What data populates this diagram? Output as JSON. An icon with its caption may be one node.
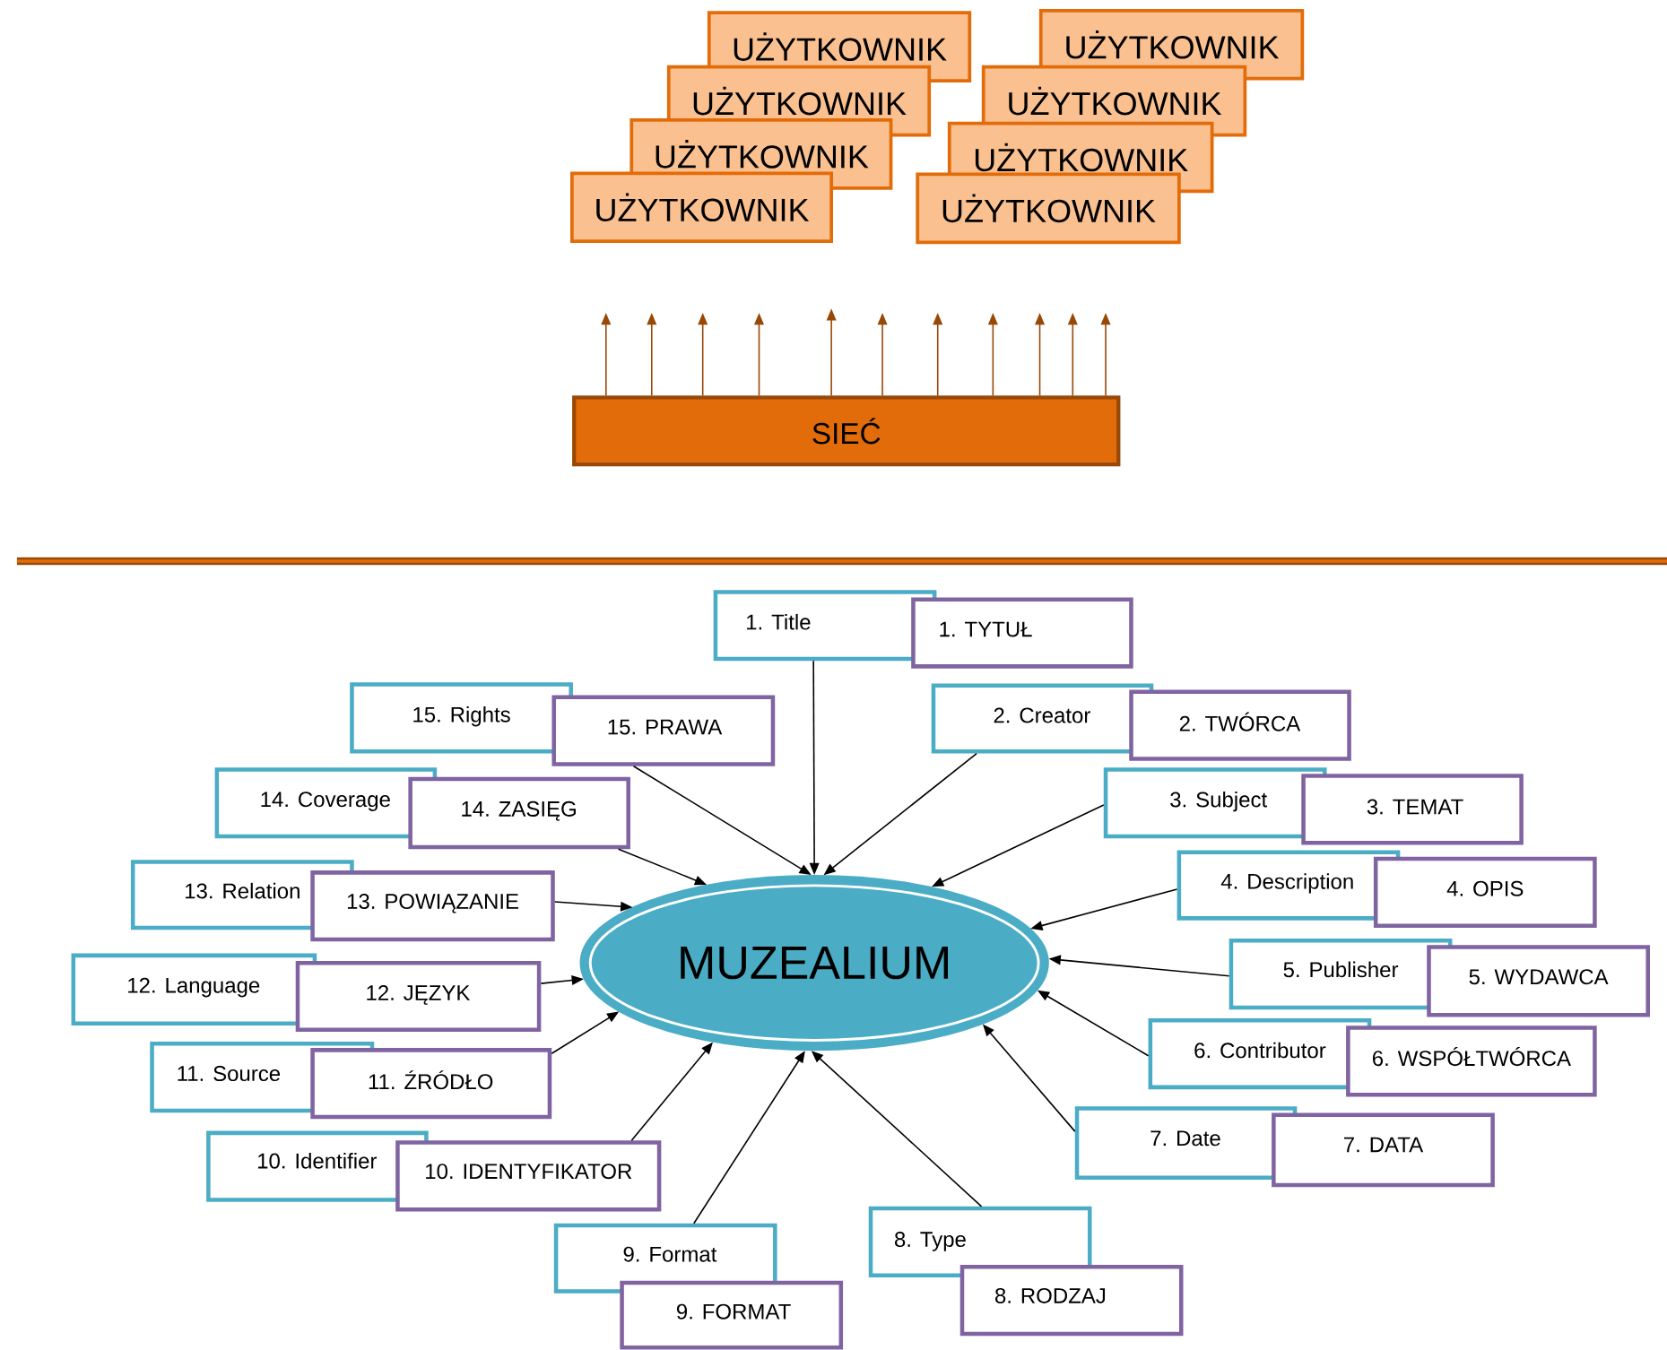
{
  "diagram": {
    "nodes": [
      {
        "text": [
          "UŻYTKOWNIK"
        ]
      },
      {
        "text": [
          "UŻYTKOWNIK"
        ]
      },
      {
        "text": [
          "UŻYTKOWNIK"
        ]
      },
      {
        "text": [
          "UŻYTKOWNIK"
        ]
      },
      {
        "text": [
          "UŻYTKOWNIK"
        ]
      },
      {
        "text": [
          "UŻYTKOWNIK"
        ]
      },
      {
        "text": [
          "UŻYTKOWNIK"
        ]
      },
      {
        "text": [
          "UŻYTKOWNIK"
        ]
      },
      {
        "text": [
          "SIEĆ"
        ]
      },
      {
        "text": [
          "MUZEALIUM"
        ]
      },
      {
        "text": [
          "1. Title"
        ]
      },
      {
        "text": [
          "1. TYTUŁ"
        ]
      },
      {
        "text": [
          "2. Creator"
        ]
      },
      {
        "text": [
          "2. TWÓRCA"
        ]
      },
      {
        "text": [
          "3. Subject"
        ]
      },
      {
        "text": [
          "3. TEMAT"
        ]
      },
      {
        "text": [
          "4. Description"
        ]
      },
      {
        "text": [
          "4. OPIS"
        ]
      },
      {
        "text": [
          "5. Publisher"
        ]
      },
      {
        "text": [
          "5. WYDAWCA"
        ]
      },
      {
        "text": [
          "6. Contributor"
        ]
      },
      {
        "text": [
          "6. WSPÓŁTWÓRCA"
        ]
      },
      {
        "text": [
          "7. Date"
        ]
      },
      {
        "text": [
          "7. DATA"
        ]
      },
      {
        "text": [
          "8. Type"
        ]
      },
      {
        "text": [
          "8. RODZAJ"
        ]
      },
      {
        "text": [
          "9. Format"
        ]
      },
      {
        "text": [
          "9. FORMAT"
        ]
      },
      {
        "text": [
          "10. Identifier"
        ]
      },
      {
        "text": [
          "10. IDENTYFIKATOR"
        ]
      },
      {
        "text": [
          "11. Source"
        ]
      },
      {
        "text": [
          "11. ŹRÓDŁO"
        ]
      },
      {
        "text": [
          "12. Language"
        ]
      },
      {
        "text": [
          "12. JĘZYK"
        ]
      },
      {
        "text": [
          "13. Relation"
        ]
      },
      {
        "text": [
          "13. POWIĄZANIE"
        ]
      },
      {
        "text": [
          "14. Coverage"
        ]
      },
      {
        "text": [
          "14. ZASIĘG"
        ]
      },
      {
        "text": [
          "15. Rights"
        ]
      },
      {
        "text": [
          "15. PRAWA"
        ]
      }
    ],
    "edges": [
      {
        "from": 8,
        "to": null,
        "arrow": "to",
        "color": "#984807"
      },
      {
        "from": 8,
        "to": null,
        "arrow": "to",
        "color": "#984807"
      },
      {
        "from": 8,
        "to": null,
        "arrow": "to",
        "color": "#984807"
      },
      {
        "from": 8,
        "to": null,
        "arrow": "to",
        "color": "#984807"
      },
      {
        "from": 8,
        "to": null,
        "arrow": "to",
        "color": "#984807"
      },
      {
        "from": 8,
        "to": null,
        "arrow": "to",
        "color": "#984807"
      },
      {
        "from": 8,
        "to": null,
        "arrow": "to",
        "color": "#984807"
      },
      {
        "from": 8,
        "to": null,
        "arrow": "to",
        "color": "#984807"
      },
      {
        "from": 8,
        "to": null,
        "arrow": "to",
        "color": "#984807"
      },
      {
        "from": 8,
        "to": null,
        "arrow": "to",
        "color": "#984807"
      },
      {
        "from": 8,
        "to": null,
        "arrow": "to",
        "color": "#984807"
      },
      {
        "from": 10,
        "to": 9,
        "arrow": "to"
      },
      {
        "from": 12,
        "to": 9,
        "arrow": "to"
      },
      {
        "from": 14,
        "to": 9,
        "arrow": "to"
      },
      {
        "from": 16,
        "to": 9,
        "arrow": "to"
      },
      {
        "from": 18,
        "to": 9,
        "arrow": "to"
      },
      {
        "from": 20,
        "to": 9,
        "arrow": "to"
      },
      {
        "from": 22,
        "to": 9,
        "arrow": "to"
      },
      {
        "from": 24,
        "to": 9,
        "arrow": "to"
      },
      {
        "from": 26,
        "to": 9,
        "arrow": "to"
      },
      {
        "from": 29,
        "to": 9,
        "arrow": "to"
      },
      {
        "from": 31,
        "to": 9,
        "arrow": "to"
      },
      {
        "from": 33,
        "to": 9,
        "arrow": "to"
      },
      {
        "from": 35,
        "to": 9,
        "arrow": "to"
      },
      {
        "from": 37,
        "to": 9,
        "arrow": "to"
      },
      {
        "from": 39,
        "to": 9,
        "arrow": "to"
      }
    ]
  }
}
